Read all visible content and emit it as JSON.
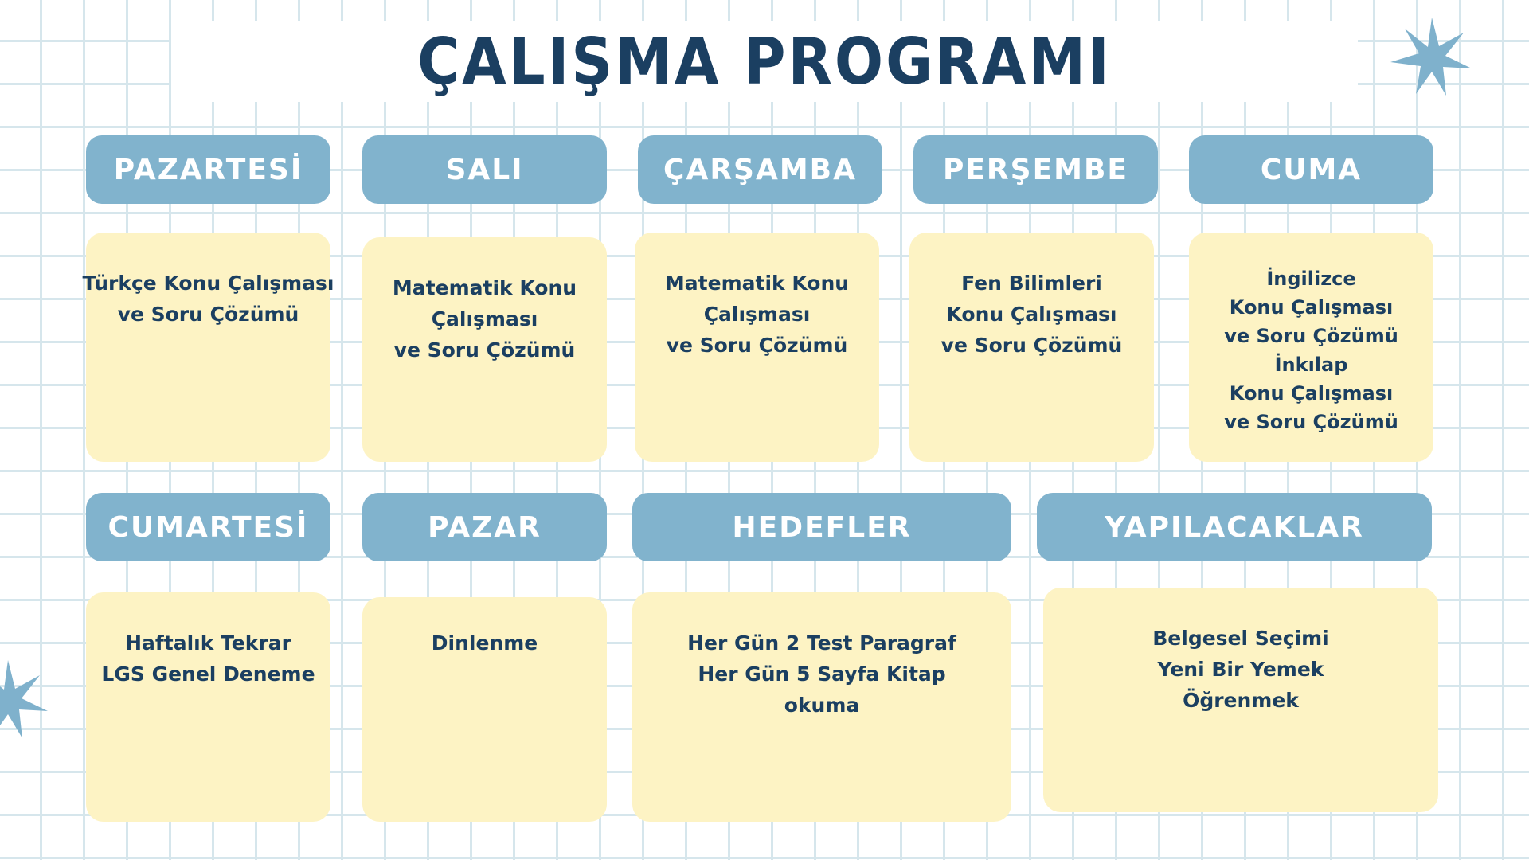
{
  "title": "ÇALIŞMA PROGRAMI",
  "colors": {
    "header_bg": "#81b3cd",
    "card_bg": "#fdf3c4",
    "text": "#1b3f61",
    "grid": "#d6e6ec",
    "star": "#7fb1cc"
  },
  "icons": [
    "sparkle-star-icon"
  ],
  "days": [
    {
      "header": "PAZARTESİ",
      "lines": [
        "Türkçe Konu Çalışması",
        "ve Soru Çözümü"
      ]
    },
    {
      "header": "SALI",
      "lines": [
        "Matematik Konu",
        "Çalışması",
        "ve Soru Çözümü"
      ]
    },
    {
      "header": "ÇARŞAMBA",
      "lines": [
        "Matematik Konu",
        "Çalışması",
        "ve Soru Çözümü"
      ]
    },
    {
      "header": "PERŞEMBE",
      "lines": [
        "Fen Bilimleri",
        "Konu Çalışması",
        "ve Soru Çözümü"
      ]
    },
    {
      "header": "CUMA",
      "lines": [
        "İngilizce",
        "Konu Çalışması",
        "ve Soru Çözümü",
        "İnkılap",
        "Konu Çalışması",
        "ve Soru Çözümü"
      ]
    },
    {
      "header": "CUMARTESİ",
      "lines": [
        "Haftalık Tekrar",
        "LGS Genel Deneme"
      ]
    },
    {
      "header": "PAZAR",
      "lines": [
        "Dinlenme"
      ]
    }
  ],
  "goals": {
    "header": "HEDEFLER",
    "lines": [
      "Her Gün 2 Test Paragraf",
      "Her Gün 5 Sayfa Kitap",
      "okuma"
    ]
  },
  "todos": {
    "header": "YAPILACAKLAR",
    "lines": [
      "Belgesel Seçimi",
      "Yeni Bir Yemek",
      "Öğrenmek"
    ]
  }
}
